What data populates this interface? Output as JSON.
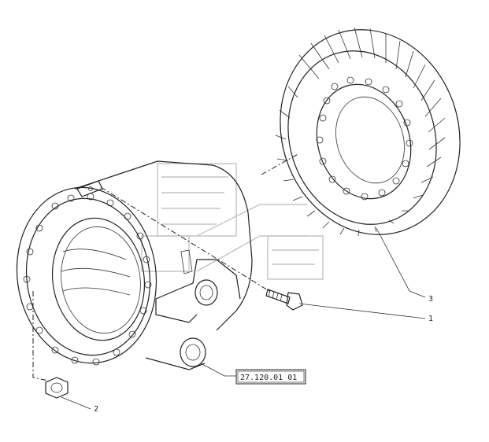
{
  "diagram": {
    "callouts": [
      {
        "id": "callout-1",
        "label": "1"
      },
      {
        "id": "callout-2",
        "label": "2"
      },
      {
        "id": "callout-3",
        "label": "3"
      }
    ],
    "reference_box": {
      "label": "27.120.01 01"
    }
  },
  "parts": [
    {
      "name": "axle-housing"
    },
    {
      "name": "ring-gear"
    },
    {
      "name": "bolt"
    },
    {
      "name": "nut"
    }
  ]
}
